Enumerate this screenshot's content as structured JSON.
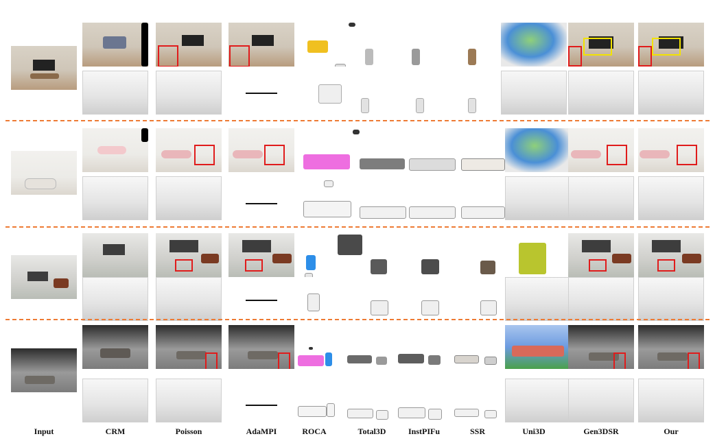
{
  "columns": [
    "Input",
    "CRM",
    "Poisson",
    "AdaMPI",
    "ROCA",
    "Total3D",
    "InstPIFu",
    "SSR",
    "Uni3D",
    "Gen3DSR",
    "Our"
  ],
  "colors": {
    "divider": "#ee7a33",
    "highlight_red": "#e01b1b",
    "highlight_yellow": "#f2e200",
    "roca_yellow": "#f0c020",
    "roca_pink": "#ee6ee0",
    "roca_blue": "#2d8ee8"
  }
}
